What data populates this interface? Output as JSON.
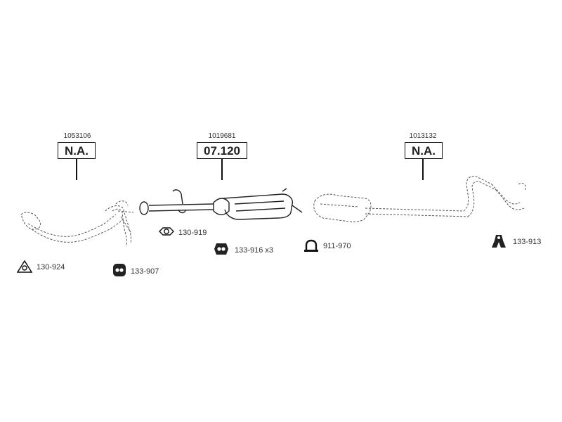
{
  "sections": [
    {
      "ref": "1053106",
      "part": "N.A."
    },
    {
      "ref": "1019681",
      "part": "07.120"
    },
    {
      "ref": "1013132",
      "part": "N.A."
    }
  ],
  "accessories": [
    {
      "code": "130-919",
      "icon": "flange-gasket-icon"
    },
    {
      "code": "130-924",
      "icon": "triangle-gasket-icon"
    },
    {
      "code": "133-907",
      "icon": "rubber-mount-icon"
    },
    {
      "code": "133-916 x3",
      "icon": "rubber-hanger-icon"
    },
    {
      "code": "911-970",
      "icon": "pipe-clamp-icon"
    },
    {
      "code": "133-913",
      "icon": "exhaust-bracket-icon"
    }
  ]
}
